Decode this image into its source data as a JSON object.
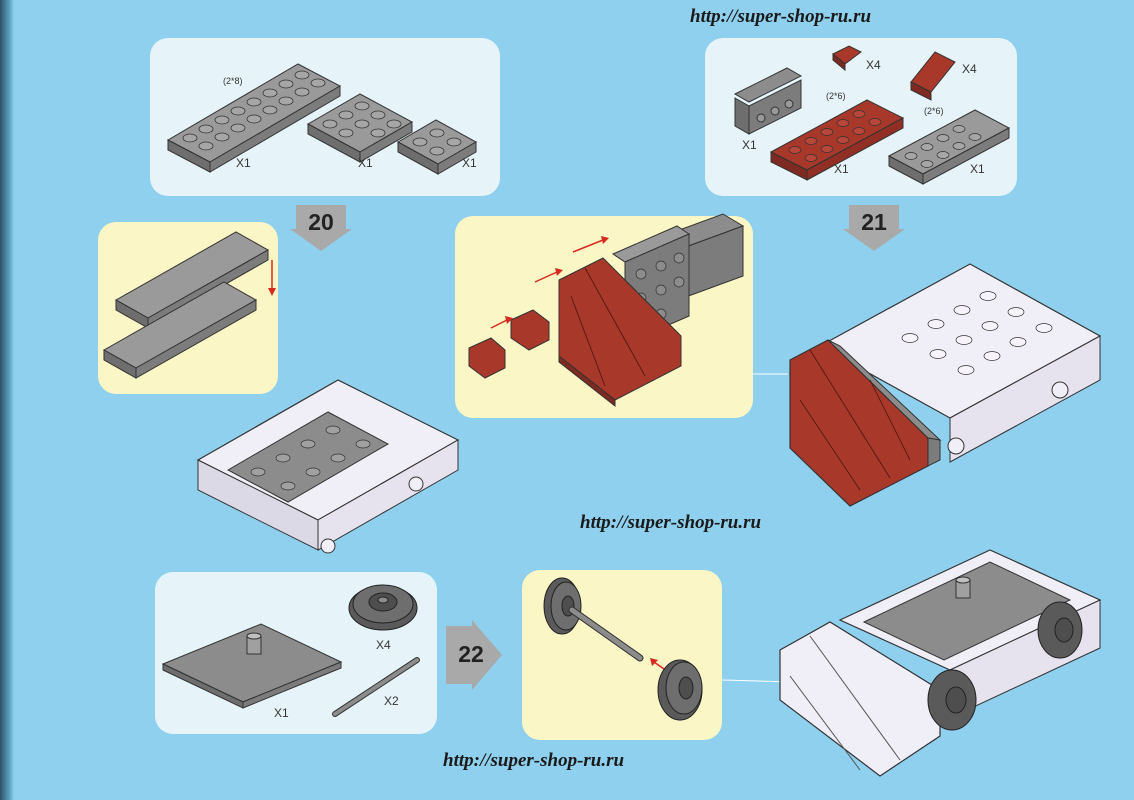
{
  "watermarks": {
    "top": "http://super-shop-ru.ru",
    "middle": "http://super-shop-ru.ru",
    "bottom": "http://super-shop-ru.ru"
  },
  "steps": [
    {
      "number": "20",
      "parts": [
        {
          "size": "(2*8)",
          "qty": "X1"
        },
        {
          "qty": "X1"
        },
        {
          "qty": "X1"
        }
      ]
    },
    {
      "number": "21",
      "parts": [
        {
          "qty": "X4"
        },
        {
          "qty": "X4"
        },
        {
          "qty": "X1"
        },
        {
          "size": "(2*6)",
          "qty": "X1"
        },
        {
          "size": "(2*6)",
          "qty": "X1"
        }
      ]
    },
    {
      "number": "22",
      "parts": [
        {
          "qty": "X4"
        },
        {
          "qty": "X1"
        },
        {
          "qty": "X2"
        }
      ]
    }
  ],
  "colors": {
    "background": "#8ed0ee",
    "parts_panel": "#e6f4f9",
    "subassembly_panel": "#fbf6c6",
    "gray_brick": "#8c8c8c",
    "red_brick": "#a8382a",
    "white_brick": "#f0eef6",
    "arrow": "#d62a1e"
  }
}
